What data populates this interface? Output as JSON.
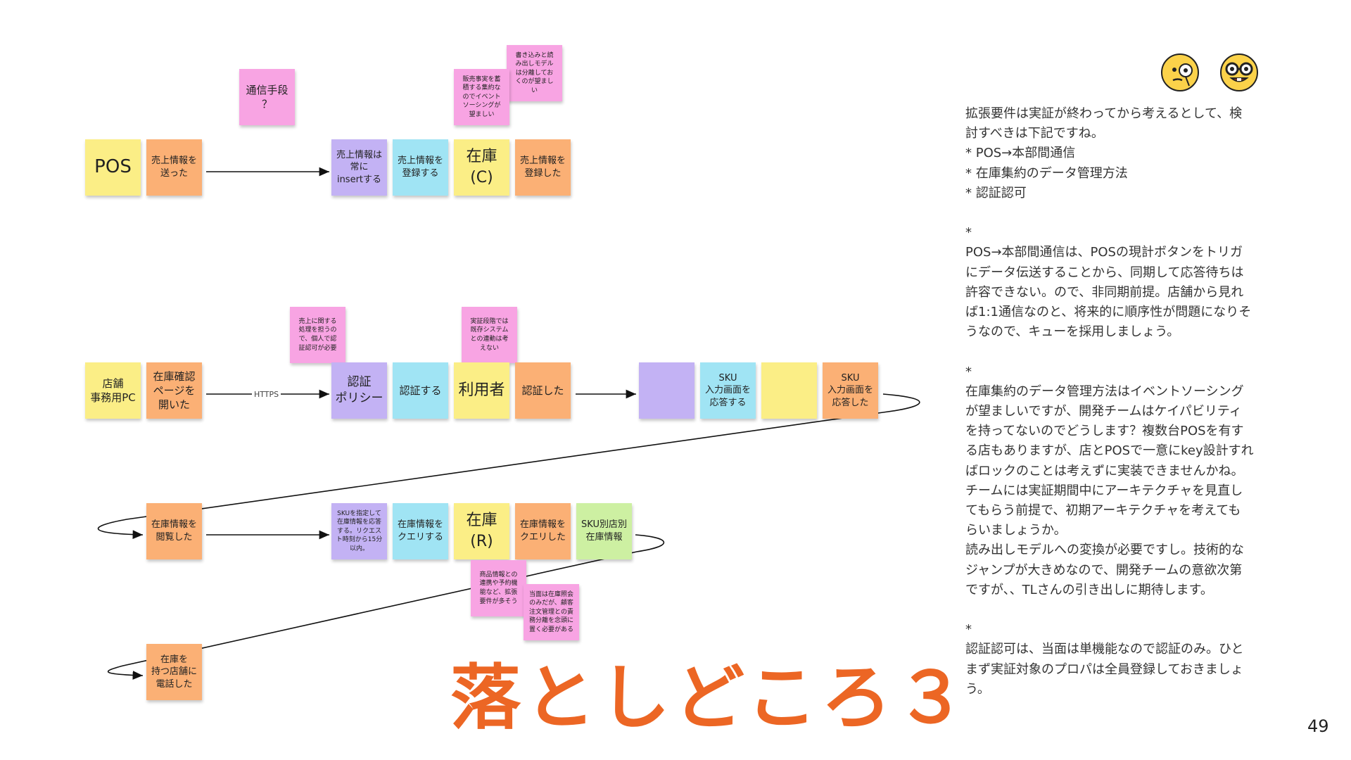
{
  "row1": {
    "pos": "POS",
    "sale_sent": "売上情報を\n送った",
    "comm_question": "通信手段\n？",
    "always_insert": "売上情報は\n常に\ninsertする",
    "register_sales": "売上情報を\n登録する",
    "inventory_c": "在庫\n(C)",
    "sales_registered": "売上情報を\n登録した",
    "sourcing_note": "販売事実を蓄\n積する集約な\nのでイベント\nソーシングが\n望ましい",
    "rw_model_note": "書き込みと読\nみ出しモデル\nは分離してお\nくのが望まし\nい"
  },
  "row2": {
    "store_pc": "店舗\n事務用PC",
    "opened_page": "在庫確認\nページを\n開いた",
    "https": "HTTPS",
    "auth_policy": "認証\nポリシー",
    "authenticate": "認証する",
    "user": "利用者",
    "authenticated": "認証した",
    "sku_respond": "SKU\n入力画面を\n応答する",
    "sku_responded": "SKU\n入力画面を\n応答した",
    "auth_needed_note": "売上に関する\n処理を担うの\nで、個人で認\n証認可が必要",
    "legacy_note": "実証段階では\n既存システム\nとの連動は考\nえない"
  },
  "row3": {
    "browsed": "在庫情報を\n閲覧した",
    "sku_query_note": "SKUを指定して\n在庫情報を応答\nする。リクエス\nト時刻から15分\n以内。",
    "query_inventory": "在庫情報を\nクエリする",
    "inventory_r": "在庫\n(R)",
    "queried": "在庫情報を\nクエリした",
    "per_store": "SKU別店別\n在庫情報",
    "extension_note": "商品情報との\n連携や予約機\n能など、拡張\n要件が多そう",
    "order_note": "当面は在庫照会\nのみだが、顧客\n注文管理との責\n務分離を念頭に\n置く必要がある"
  },
  "row4": {
    "called_store": "在庫を\n持つ店舗に\n電話した"
  },
  "side_text": "拡張要件は実証が終わってから考えるとして、検\n討すべきは下記ですね。\n* POS→本部間通信\n* 在庫集約のデータ管理方法\n* 認証認可\n\n*\nPOS→本部間通信は、POSの現計ボタンをトリガ\nにデータ伝送することから、同期して応答待ちは\n許容できない。ので、非同期前提。店舗から見れ\nば1:1通信なのと、将来的に順序性が問題になりそ\nうなので、キューを採用しましょう。\n\n*\n在庫集約のデータ管理方法はイベントソーシング\nが望ましいですが、開発チームはケイパビリティ\nを持ってないのでどうします？複数台POSを有す\nる店もありますが、店とPOSで一意にkey設計すれ\nばロックのことは考えずに実装できませんかね。\nチームには実証期間中にアーキテクチャを見直し\nてもらう前提で、初期アーキテクチャを考えても\nらいましょうか。\n読み出しモデルへの変換が必要ですし。技術的な\nジャンプが大きめなので、開発チームの意欲次第\nですが、、TLさんの引き出しに期待します。\n\n*\n認証認可は、当面は単機能なので認証のみ。ひと\nまず実証対象のプロパは全員登録しておきましょ\nう。",
  "title": "落としどころ３",
  "page_number": "49",
  "icons": [
    "monocle-face-icon",
    "nerd-face-icon"
  ],
  "colors": {
    "yellow": "#fbee86",
    "orange": "#fbb075",
    "purple": "#c3b2f4",
    "cyan": "#a0e4f4",
    "pink": "#f8a4e3",
    "green": "#cdf0a2",
    "title": "#ec6624"
  }
}
